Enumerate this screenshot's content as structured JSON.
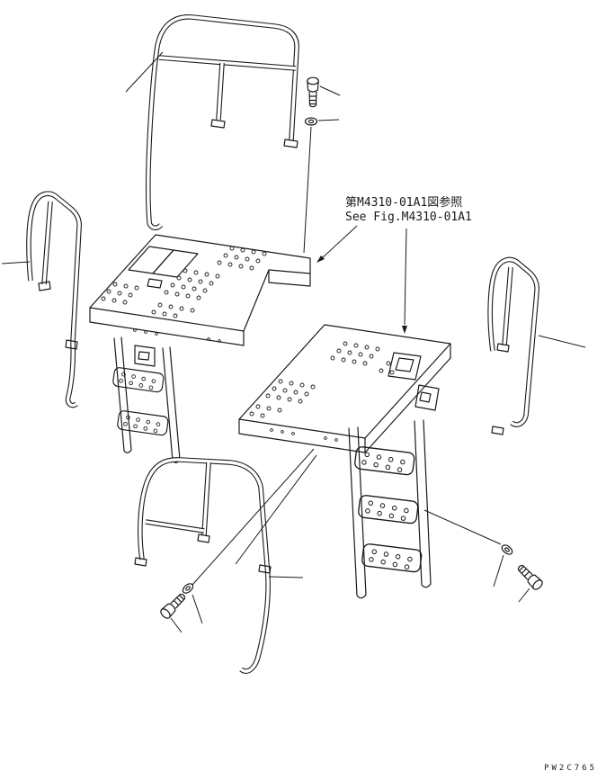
{
  "page": {
    "background": "#ffffff",
    "line_color": "#1a1a1a"
  },
  "annotation": {
    "line1": "第M4310-01A1図参照",
    "line2": "See Fig.M4310-01A1"
  },
  "part_code": "PW2C765"
}
